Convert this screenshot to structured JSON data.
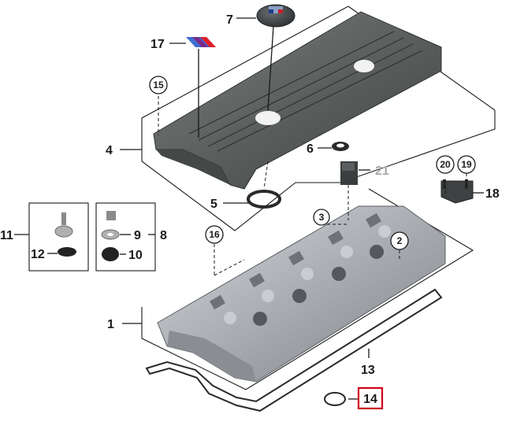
{
  "diagram": {
    "callouts": {
      "c1": "1",
      "c2": "2",
      "c3": "3",
      "c4": "4",
      "c5": "5",
      "c6": "6",
      "c7": "7",
      "c8": "8",
      "c9": "9",
      "c10": "10",
      "c11": "11",
      "c12": "12",
      "c13": "13",
      "c14": "14",
      "c15": "15",
      "c16": "16",
      "c17": "17",
      "c18": "18",
      "c19": "19",
      "c20": "20",
      "c21": "21"
    },
    "highlighted_callout": "14",
    "colors": {
      "cover_dark": "#5b5f5e",
      "valve_cover": "#a9adb2",
      "highlight": "#d0021b",
      "ghost_label": "#a8a8a8"
    }
  }
}
